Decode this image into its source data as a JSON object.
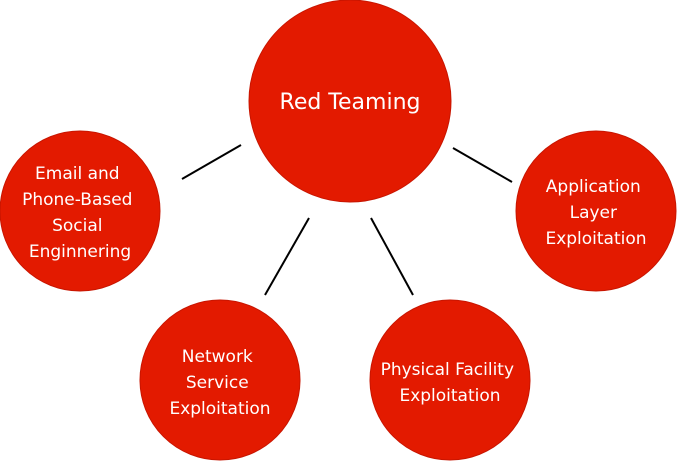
{
  "diagram": {
    "colors": {
      "node_fill": "#e31a00",
      "node_stroke": "#c81500",
      "text": "#ffffff",
      "connector": "#000000"
    },
    "center": {
      "label": "Red Teaming"
    },
    "nodes": {
      "email": {
        "lines": [
          "Email and",
          "Phone-Based",
          "Social",
          "Enginnering"
        ]
      },
      "application": {
        "lines": [
          "Application",
          "Layer",
          "Exploitation"
        ]
      },
      "network": {
        "lines": [
          "Network",
          "Service",
          "Exploitation"
        ]
      },
      "physical": {
        "lines": [
          "Physical Facility",
          "Exploitation"
        ]
      }
    }
  }
}
